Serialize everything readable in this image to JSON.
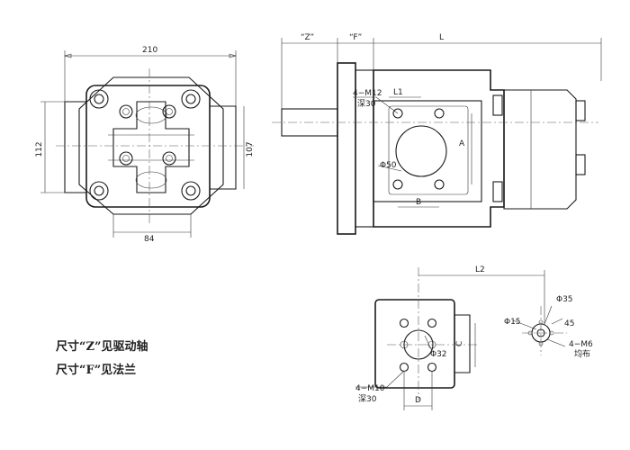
{
  "front_view": {
    "dim_width_total": "210",
    "dim_height_left": "112",
    "dim_height_right": "107",
    "dim_bottom": "84"
  },
  "side_view": {
    "dim_z": "“Z”",
    "dim_f": "“F”",
    "dim_l": "L",
    "dim_l1": "L1",
    "thread_spec": "4−M12",
    "thread_depth": "深30",
    "bore_dia": "Φ50",
    "dim_a": "A",
    "dim_b": "B"
  },
  "port_view": {
    "dim_l2": "L2",
    "dim_c": "C",
    "bore_dia": "Φ32",
    "thread_spec": "4−M10",
    "thread_depth": "深30",
    "dim_d": "D"
  },
  "shaft_detail": {
    "dia_outer": "Φ35",
    "dia_inner": "Φ15",
    "angle": "45",
    "thread_spec": "4−M6",
    "thread_note": "均布"
  },
  "notes": [
    "尺寸“Z”见驱动轴",
    "尺寸“F”见法兰"
  ]
}
